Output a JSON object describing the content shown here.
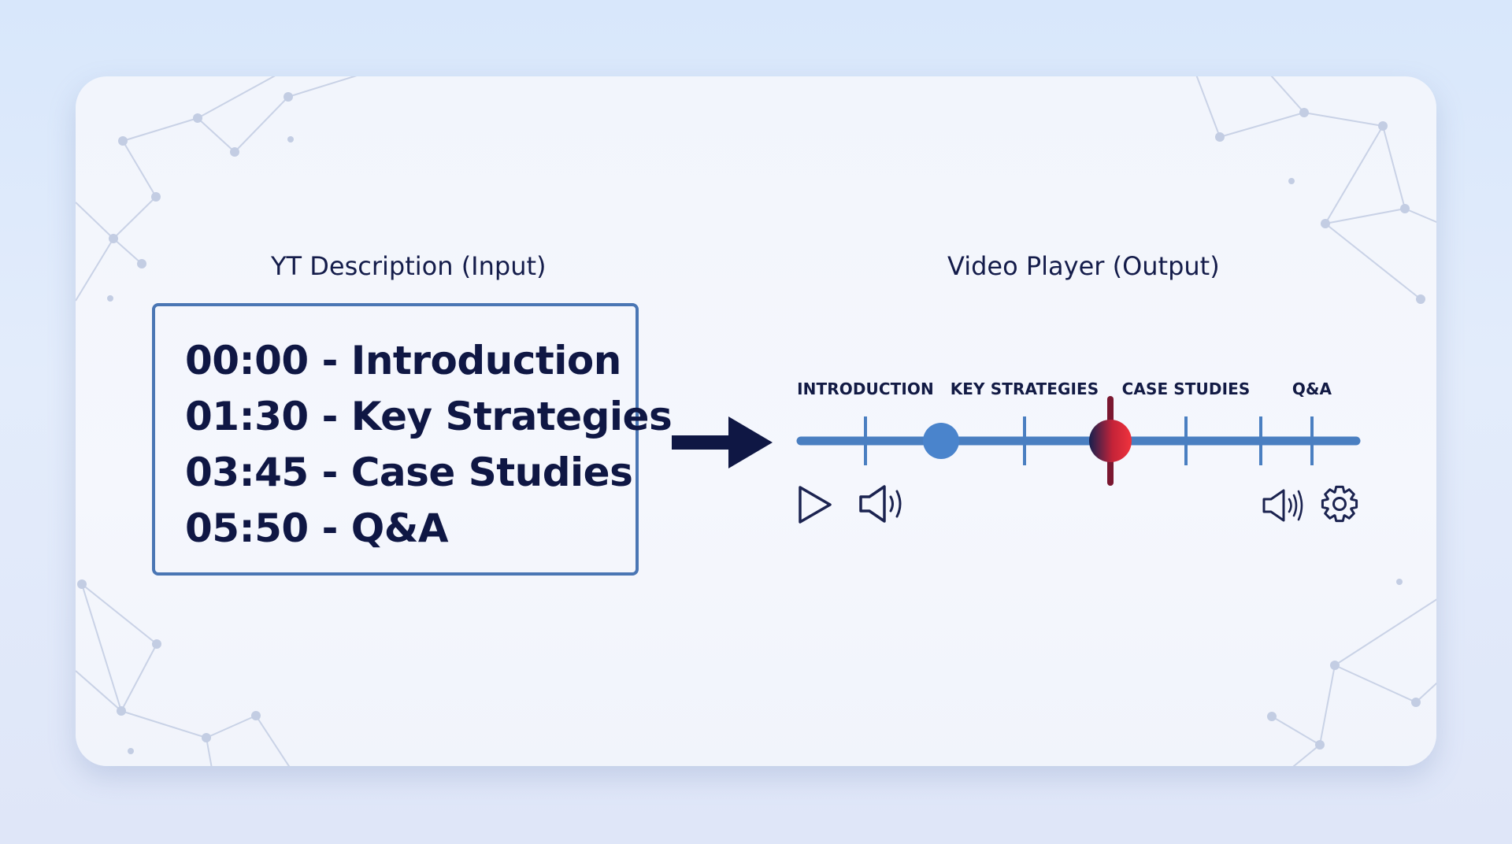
{
  "input_panel": {
    "title": "YT Description (Input)",
    "lines": [
      "00:00 - Introduction",
      "01:30 - Key Strategies",
      "03:45 - Case Studies",
      "05:50 - Q&A"
    ]
  },
  "output_panel": {
    "title": "Video Player (Output)",
    "chapters": [
      "INTRODUCTION",
      "KEY STRATEGIES",
      "CASE STUDIES",
      "Q&A"
    ]
  },
  "controls": {
    "icons": [
      "play-icon",
      "speaker-icon",
      "speaker-icon",
      "gear-icon"
    ]
  },
  "colors": {
    "dark_navy": "#0f1744",
    "track_blue": "#4a7fc1",
    "knob_blue": "#4a84cc",
    "playhead_red": "#e62f3c",
    "box_border": "#4a76b4"
  }
}
